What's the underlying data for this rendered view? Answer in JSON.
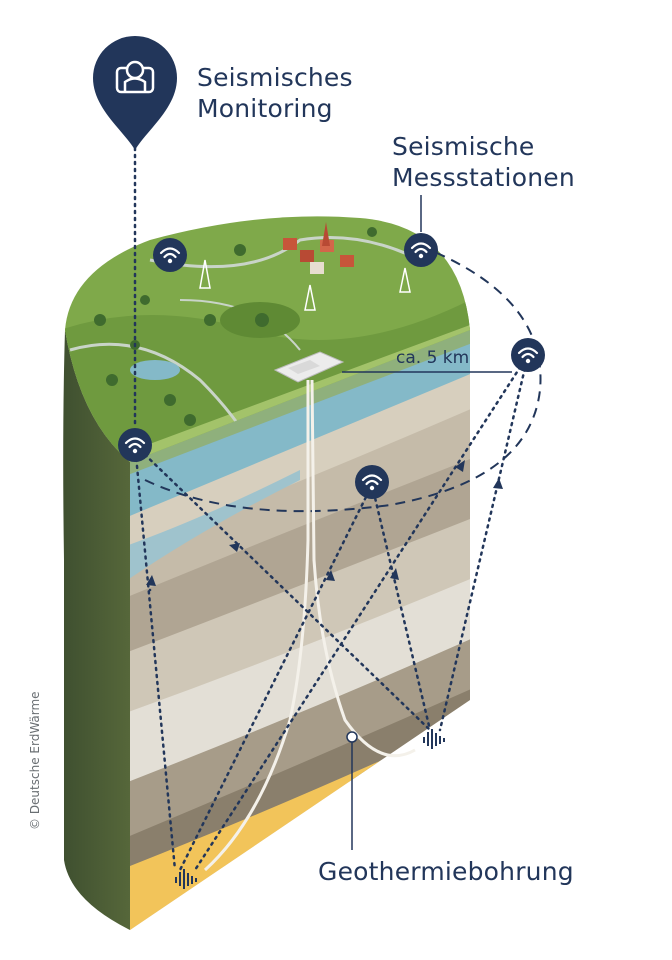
{
  "labels": {
    "monitoring_line1": "Seismisches",
    "monitoring_line2": "Monitoring",
    "stations_line1": "Seismische",
    "stations_line2": "Messstationen",
    "distance": "ca. 5 km",
    "drilling": "Geothermiebohrung",
    "copyright": "© Deutsche ErdWärme"
  },
  "icons": {
    "pin": "monitoring-person-icon",
    "station": "wifi-signal-icon",
    "seismic_source": "seismic-wave-icon"
  },
  "colors": {
    "navy": "#22365a",
    "grass": "#7fa94a",
    "sand": "#f2c45a",
    "aquifer": "#84b9c8",
    "cliff": "#4a5a32"
  }
}
